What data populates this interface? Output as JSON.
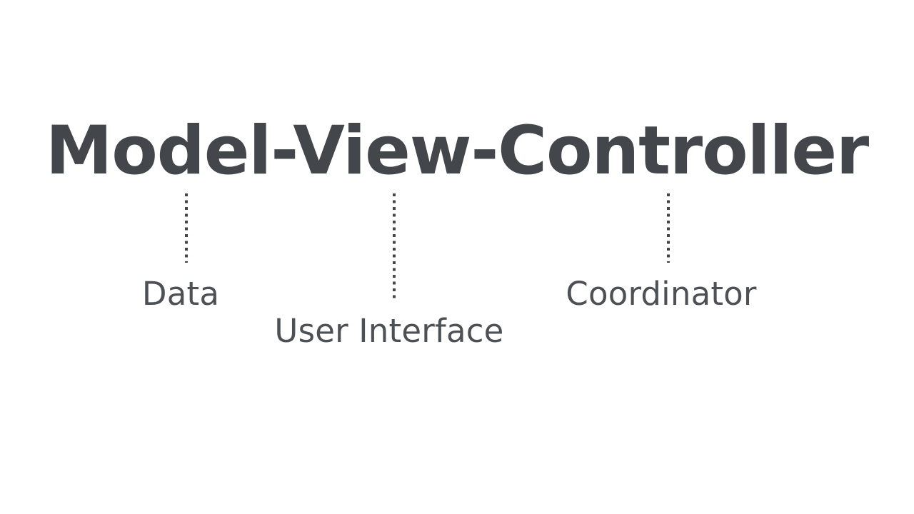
{
  "slide": {
    "background_color": "#ffffff",
    "title": "Model-View-Controller",
    "title_color": "#43474b",
    "label_color": "#4d5155",
    "connector_color": "#43474b",
    "connector_style": "dotted"
  },
  "diagram": {
    "type": "annotated-title-breakdown",
    "nodes": [
      {
        "term": "Model",
        "label": "Data",
        "connector": "dotted-vertical-line"
      },
      {
        "term": "View",
        "label": "User Interface",
        "connector": "dotted-vertical-line"
      },
      {
        "term": "Controller",
        "label": "Coordinator",
        "connector": "dotted-vertical-line"
      }
    ]
  }
}
